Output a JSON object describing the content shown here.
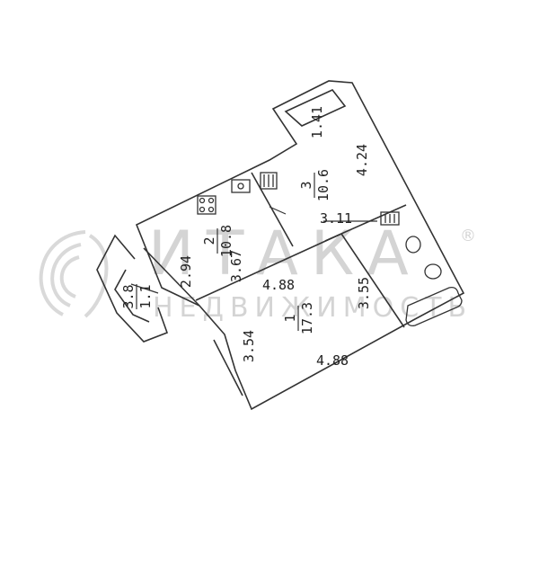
{
  "colors": {
    "line": "#333333",
    "watermark": "#d4d4d4",
    "background": "#ffffff"
  },
  "watermark": {
    "brand": "ИТАКА",
    "registered": "®",
    "tagline": "НЕДВИЖИМОСТЬ",
    "icon": "wave-emblem-icon"
  },
  "rooms": [
    {
      "number": "1",
      "area": "17.3"
    },
    {
      "number": "2",
      "area": "10.8"
    },
    {
      "number": "3",
      "area": "10.6"
    }
  ],
  "loggia": {
    "width": "3.8",
    "area": "1.1"
  },
  "dimensions": {
    "top_niche": "1.41",
    "right_wall": "4.24",
    "corridor_width": "3.11",
    "kitchen_depth": "3.67",
    "kitchen_width": "2.94",
    "room1_top": "4.88",
    "room1_bottom": "4.88",
    "room1_left": "3.54",
    "bath_length": "3.55"
  }
}
